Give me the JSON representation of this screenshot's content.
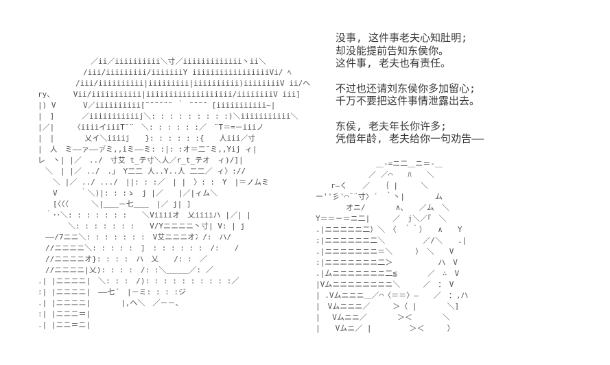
{
  "scene": {
    "background_color": "#ffffff",
    "dialogue_color": "#383838",
    "aa_color": "#4f4f4f"
  },
  "dialogue": {
    "paragraphs": [
      {
        "lines": [
          "没事, 这件事老夫心知肚明;",
          "却没能提前告知东侯你。",
          "这件事, 老夫也有责任。"
        ]
      },
      {
        "lines": [
          "不过也还请刘东侯你多加留心;",
          "千万不要把这件事情泄露出去。"
        ]
      },
      {
        "lines": [
          "东侯, 老夫年长你许多;",
          "凭借年龄, 老夫给你一句劝告——"
        ]
      }
    ]
  },
  "ascii_art": {
    "left_figure": {
      "description": "large ascii-art elder character with shaded hair (i-glyph shading) and armored lower body (ni-glyph pillar)",
      "lines": [
        "　　　　　　　／ii／iiiiiiiiii＼寸／iiiiiiiiiiiii丶ii＼",
        "　　　　　　/iii/iiiiiiiii/iiiiiiiY iiiiiiiiiiiiiiiiiVi/ ﾍ",
        "　　　　　/iii/iiiiiiiiii|iiiiiiiii|iiiiiiiiii)iiiiiiiiV ii/ヘ",
        "ry、　　　Vii/iiiiiiiiiii|iiiiiiiiiiiiiiiiiii/iiiiiiiiV iii]",
        "|) V　　　 V／iiiiiiiiii[¨¨¨¨¨¨ ｀ ¨¨¨¨ [iiiiiiiiiii~|",
        "|　]　　　 ／iiiiiiiiiiij＼: : : : : : : : :)＼iiiiiiiiiii＼",
        "|／|　　　〈iiiiイiiiT¨¨　＼: : : : : :／　¨T＝=－iiiノ",
        "|　|　　　　乂イ＼iiiij　　}: : : : : :{　　人iii／寸",
        "|　人　ミ――ァ――ァ゙ミ,,iミ――ミ: :|: :オ＝二¨ミ,,Yij ィ|",
        "レ　丶| |／　../　寸艾 t_テ寸＼人／r_t_テオ　ィ)/]|",
        "　＼　| |／ ../　.」　Y二二 人..Y..人 二二／ ィ〉://",
        "　　＼ |／ ../ .../　||: : :／　| |　〉: :　Y　|＝ノムミ",
        "　　V　　　｀＼)|: : :ゝ　j |／　　|／|ィム＼",
        "　　[〈〈〈　　　＼|＿＿－七＿＿　|／ j| ]",
        "　｀･･＼: : : : : : :　　＼Viiiiオ　乂iiiiハ |／| |",
        "　　　　＼: : : : : : :　　V/Yニニニニ丶寸| V: | j",
        "　――/7ニニ＼: : : : : : :　V艾ニニニオ冫/:　ハ/",
        "　//ニニニニ＼: : : : :　]　: : : : : :　/:　　/",
        "　//ニニニニオ}: : : :　ハ　乂　　/: :　／",
        "　//ニニニニ|乂): : : :　/: :＼＿＿＿／: ／",
        ".| |ニニニニ|　＼: : :　/): : : : : : : : : :／",
        ":| |ニニニニ|　――七´　|－ミ: : : :ジ",
        ".| |ニニニニ|　　　　|,ヘ＼　／－－、",
        ":| |ニニニ＝|",
        ".| |ニニ＝ニ|"
      ]
    },
    "right_figure": {
      "description": "second ascii-art character at lower right holding a feather fan (ni-glyph fan wedge)",
      "lines": [
        "　　　　　　　　＿-=ニ二＿ニ＝-＿",
        "　　　　　　　／ ／⌒　　ﾊ　　＼",
        "　　r―く　　／　　｛ |　　　＼",
        "ー''彡'⌒¨¨寸〉´　｀丶|　　　　ム",
        "　　　　オニ/　　　　∧、　　／ム　＼",
        "Y＝＝－＝ニ二|　　　／　j＼／｢　＼",
        ".|ニニニニニ二）＼　〈　｀｀）　　∧　　Y",
        ":|ニニニニニニ二＼　　　　　／/＼　　.|",
        ".|ニニニニニニニ＝＼　　　）　＼　　V",
        ":|ニニニニニニニ二＞　　　　　　ハ　V",
        ".|ムニニニニニニニ二≦　　　　／　∴　V",
        "|Vムニニニニニニニニ＼　　　／　：　V",
        "| .Vムニニニ＿／⌒〈＝＝〉―　　／　：,ハ",
        "|　Vムニニニ／　　　＞〈 |　　　　＼]",
        "|　 Vムニニ／　　　　＞＜　　　　＼",
        "|　　Vムニ／ |　　　　　＞＜　　　）"
      ]
    }
  }
}
